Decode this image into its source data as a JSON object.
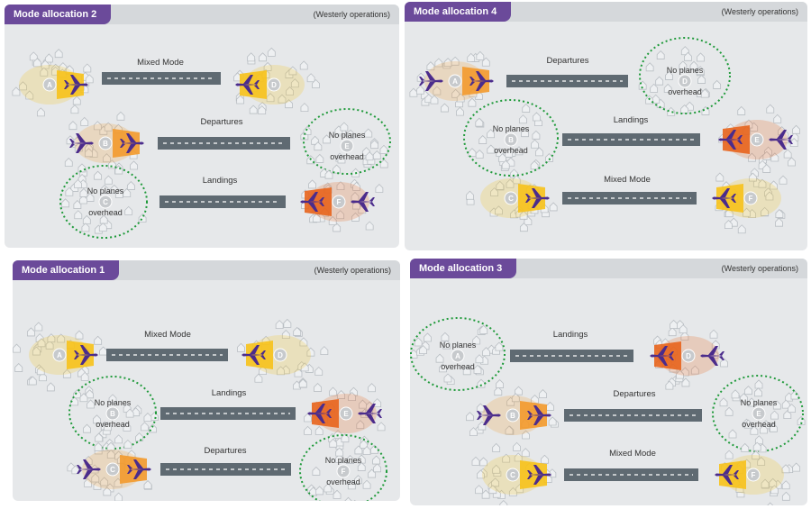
{
  "operations_label": "(Westerly operations)",
  "panels": [
    {
      "title": "Mode allocation 2",
      "runways": [
        {
          "label": "Mixed Mode",
          "ends": [
            {
              "letter": "A",
              "state": "plane"
            },
            {
              "letter": "D",
              "state": "plane"
            }
          ]
        },
        {
          "label": "Departures",
          "ends": [
            {
              "letter": "B",
              "state": "plane"
            },
            {
              "letter": "E",
              "state": "quiet"
            }
          ]
        },
        {
          "label": "Landings",
          "ends": [
            {
              "letter": "C",
              "state": "quiet"
            },
            {
              "letter": "F",
              "state": "plane"
            }
          ]
        }
      ]
    },
    {
      "title": "Mode allocation 4",
      "runways": [
        {
          "label": "Departures",
          "ends": [
            {
              "letter": "A",
              "state": "plane"
            },
            {
              "letter": "D",
              "state": "quiet"
            }
          ]
        },
        {
          "label": "Landings",
          "ends": [
            {
              "letter": "B",
              "state": "quiet"
            },
            {
              "letter": "E",
              "state": "plane"
            }
          ]
        },
        {
          "label": "Mixed Mode",
          "ends": [
            {
              "letter": "C",
              "state": "plane"
            },
            {
              "letter": "F",
              "state": "plane"
            }
          ]
        }
      ]
    },
    {
      "title": "Mode allocation 1",
      "runways": [
        {
          "label": "Mixed Mode",
          "ends": [
            {
              "letter": "A",
              "state": "plane"
            },
            {
              "letter": "D",
              "state": "plane"
            }
          ]
        },
        {
          "label": "Landings",
          "ends": [
            {
              "letter": "B",
              "state": "quiet"
            },
            {
              "letter": "E",
              "state": "plane"
            }
          ]
        },
        {
          "label": "Departures",
          "ends": [
            {
              "letter": "C",
              "state": "plane"
            },
            {
              "letter": "F",
              "state": "quiet"
            }
          ]
        }
      ]
    },
    {
      "title": "Mode allocation 3",
      "runways": [
        {
          "label": "Landings",
          "ends": [
            {
              "letter": "A",
              "state": "quiet"
            },
            {
              "letter": "D",
              "state": "plane"
            }
          ]
        },
        {
          "label": "Departures",
          "ends": [
            {
              "letter": "B",
              "state": "plane"
            },
            {
              "letter": "E",
              "state": "quiet"
            }
          ]
        },
        {
          "label": "Mixed Mode",
          "ends": [
            {
              "letter": "C",
              "state": "plane"
            },
            {
              "letter": "F",
              "state": "plane"
            }
          ]
        }
      ]
    }
  ],
  "quiet_text": [
    "No planes",
    "overhead"
  ],
  "colors": {
    "brand": "#6b4a9a",
    "runway": "#5f6a72",
    "mixed_fan": "#f7c21a",
    "departure_fan": "#f39a2c",
    "landing_fan": "#e8641c",
    "quiet_ring": "#1f9a3a",
    "aircraft": "#4b2c8c"
  }
}
